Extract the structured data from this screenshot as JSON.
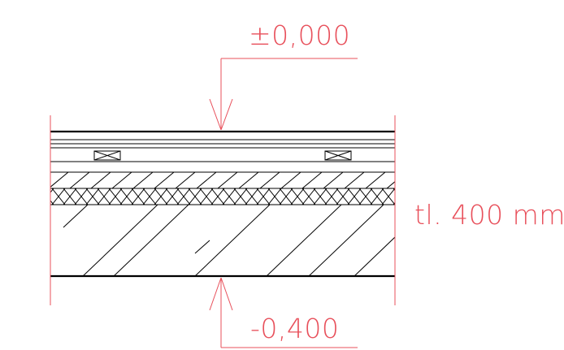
{
  "section": {
    "top_level": "±0,000",
    "bottom_level": "-0,400",
    "thickness": "tl. 400 mm"
  },
  "colors": {
    "linework": "#000000",
    "dimensions": "#e8505b",
    "background": "#ffffff"
  }
}
